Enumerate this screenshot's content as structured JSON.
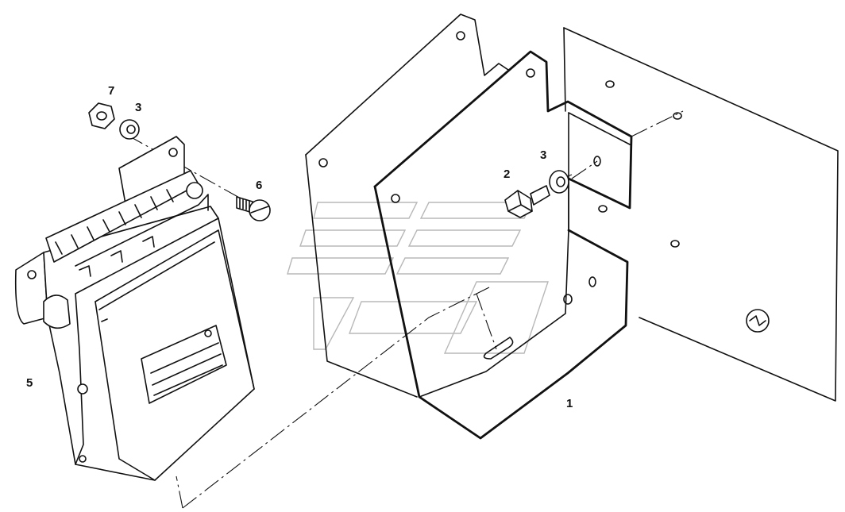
{
  "diagram": {
    "callouts": [
      {
        "id": "1",
        "label": "1"
      },
      {
        "id": "2",
        "label": "2"
      },
      {
        "id": "3a",
        "label": "3"
      },
      {
        "id": "3b",
        "label": "3"
      },
      {
        "id": "5",
        "label": "5"
      },
      {
        "id": "6",
        "label": "6"
      },
      {
        "id": "7",
        "label": "7"
      }
    ]
  },
  "colors": {
    "line": "#111111",
    "background": "#ffffff",
    "watermark": "#b8b8b8"
  }
}
